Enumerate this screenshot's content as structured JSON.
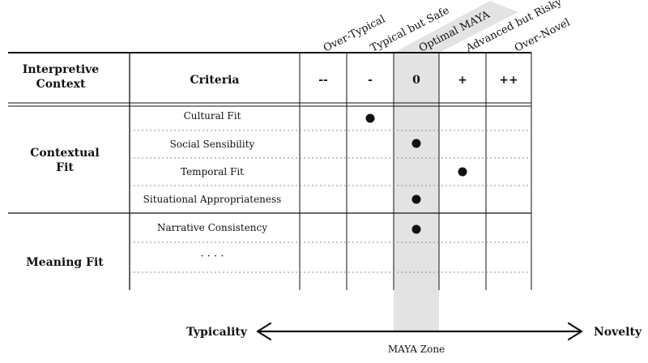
{
  "header": {
    "context_label": [
      "Interpretive",
      "Context"
    ],
    "criteria_label": "Criteria",
    "scale_columns": [
      "--",
      "-",
      "0",
      "+",
      "++"
    ],
    "scale_descriptors": [
      "Over-Typical",
      "Typical but Safe",
      "Optimal MAYA",
      "Advanced but Risky",
      "Over-Novel"
    ]
  },
  "groups": [
    {
      "label": [
        "Contextual",
        "Fit"
      ],
      "rows": [
        {
          "criterion": "Cultural Fit",
          "rating": "-"
        },
        {
          "criterion": "Social Sensibility",
          "rating": "0"
        },
        {
          "criterion": "Temporal Fit",
          "rating": "+"
        },
        {
          "criterion": "Situational Appropriateness",
          "rating": "0"
        }
      ]
    },
    {
      "label": [
        "Meaning Fit"
      ],
      "rows": [
        {
          "criterion": "Narrative Consistency",
          "rating": "0"
        },
        {
          "criterion": "· · · ·",
          "rating": null
        },
        {
          "criterion": "",
          "rating": null
        }
      ]
    }
  ],
  "axis": {
    "left_label": "Typicality",
    "right_label": "Novelty",
    "zone_label": "MAYA Zone"
  },
  "colors": {
    "maya_band": "#e3e3e3",
    "line": "#111111",
    "dotted": "#888888"
  }
}
